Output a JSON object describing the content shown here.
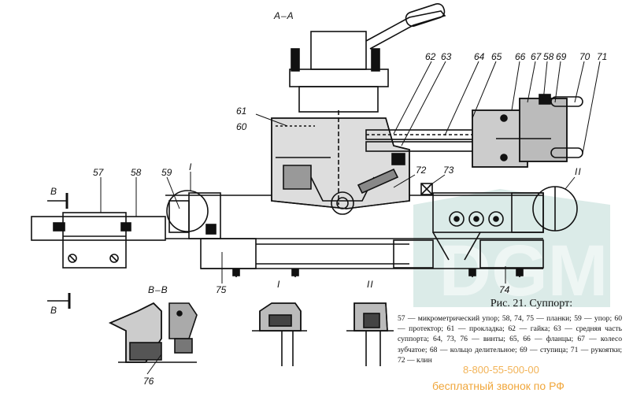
{
  "sections": {
    "aa": "А–А",
    "bb": "В–В",
    "detail_1": "I",
    "detail_2": "II",
    "arrow_b": "В"
  },
  "callouts": [
    "62",
    "63",
    "64",
    "65",
    "66",
    "67",
    "58",
    "69",
    "70",
    "71",
    "61",
    "60",
    "57",
    "58",
    "59",
    "72",
    "73",
    "75",
    "74",
    "76"
  ],
  "caption": {
    "title": "Рис. 21. Суппорт:",
    "body": "57 — микрометрический упор; 58, 74, 75 — планки; 59 — упор; 60 — протектор; 61 — прокладка; 62 — гайка; 63 — средняя часть суппорта; 64, 73, 76 — винты; 65, 66 — фланцы; 67 — колесо зубчатое; 68 — кольцо делительное; 69 — ступица; 71 — рукоятки; 72 — клин"
  },
  "watermark": {
    "phone": "8-800-55-500-00",
    "text": "бесплатный звонок по РФ",
    "logo": "DGM",
    "color": "#f0a63a",
    "logo_color": "#7fb7ad"
  }
}
